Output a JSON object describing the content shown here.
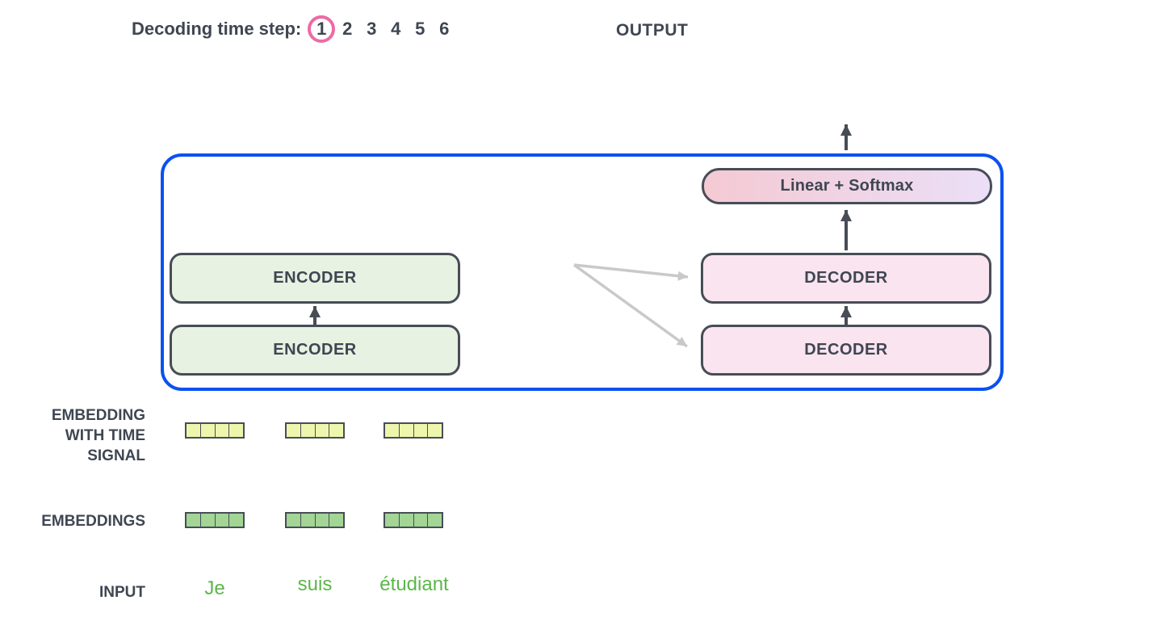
{
  "colors": {
    "blue_border": "#0b51f0",
    "step_circle_pink": "#ec6ba5",
    "dark_outline": "#474d57",
    "text_dark": "#3f4652",
    "encoder_fill": "#e7f2e2",
    "decoder_fill": "#f9e4f0",
    "linear_gradient_left": "#f4c9d3",
    "linear_gradient_right": "#ebdff7",
    "embedding_yellow": "#eef6ad",
    "embedding_green": "#a3d595",
    "input_green": "#5cb649",
    "gray_arrow": "#c9c9c9"
  },
  "header": {
    "decoding_label": "Decoding time step:",
    "time_steps": [
      "1",
      "2",
      "3",
      "4",
      "5",
      "6"
    ],
    "selected_step": "1",
    "output_label": "OUTPUT"
  },
  "model": {
    "linear_softmax_label": "Linear + Softmax",
    "encoders": [
      "ENCODER",
      "ENCODER"
    ],
    "decoders": [
      "DECODER",
      "DECODER"
    ]
  },
  "left_labels": {
    "embedding_time_signal": "EMBEDDING\nWITH TIME\nSIGNAL",
    "embeddings": "EMBEDDINGS",
    "input": "INPUT"
  },
  "input_tokens": [
    "Je",
    "suis",
    "étudiant"
  ],
  "embeddings": {
    "groups": 3,
    "cells_per_group": 4
  }
}
